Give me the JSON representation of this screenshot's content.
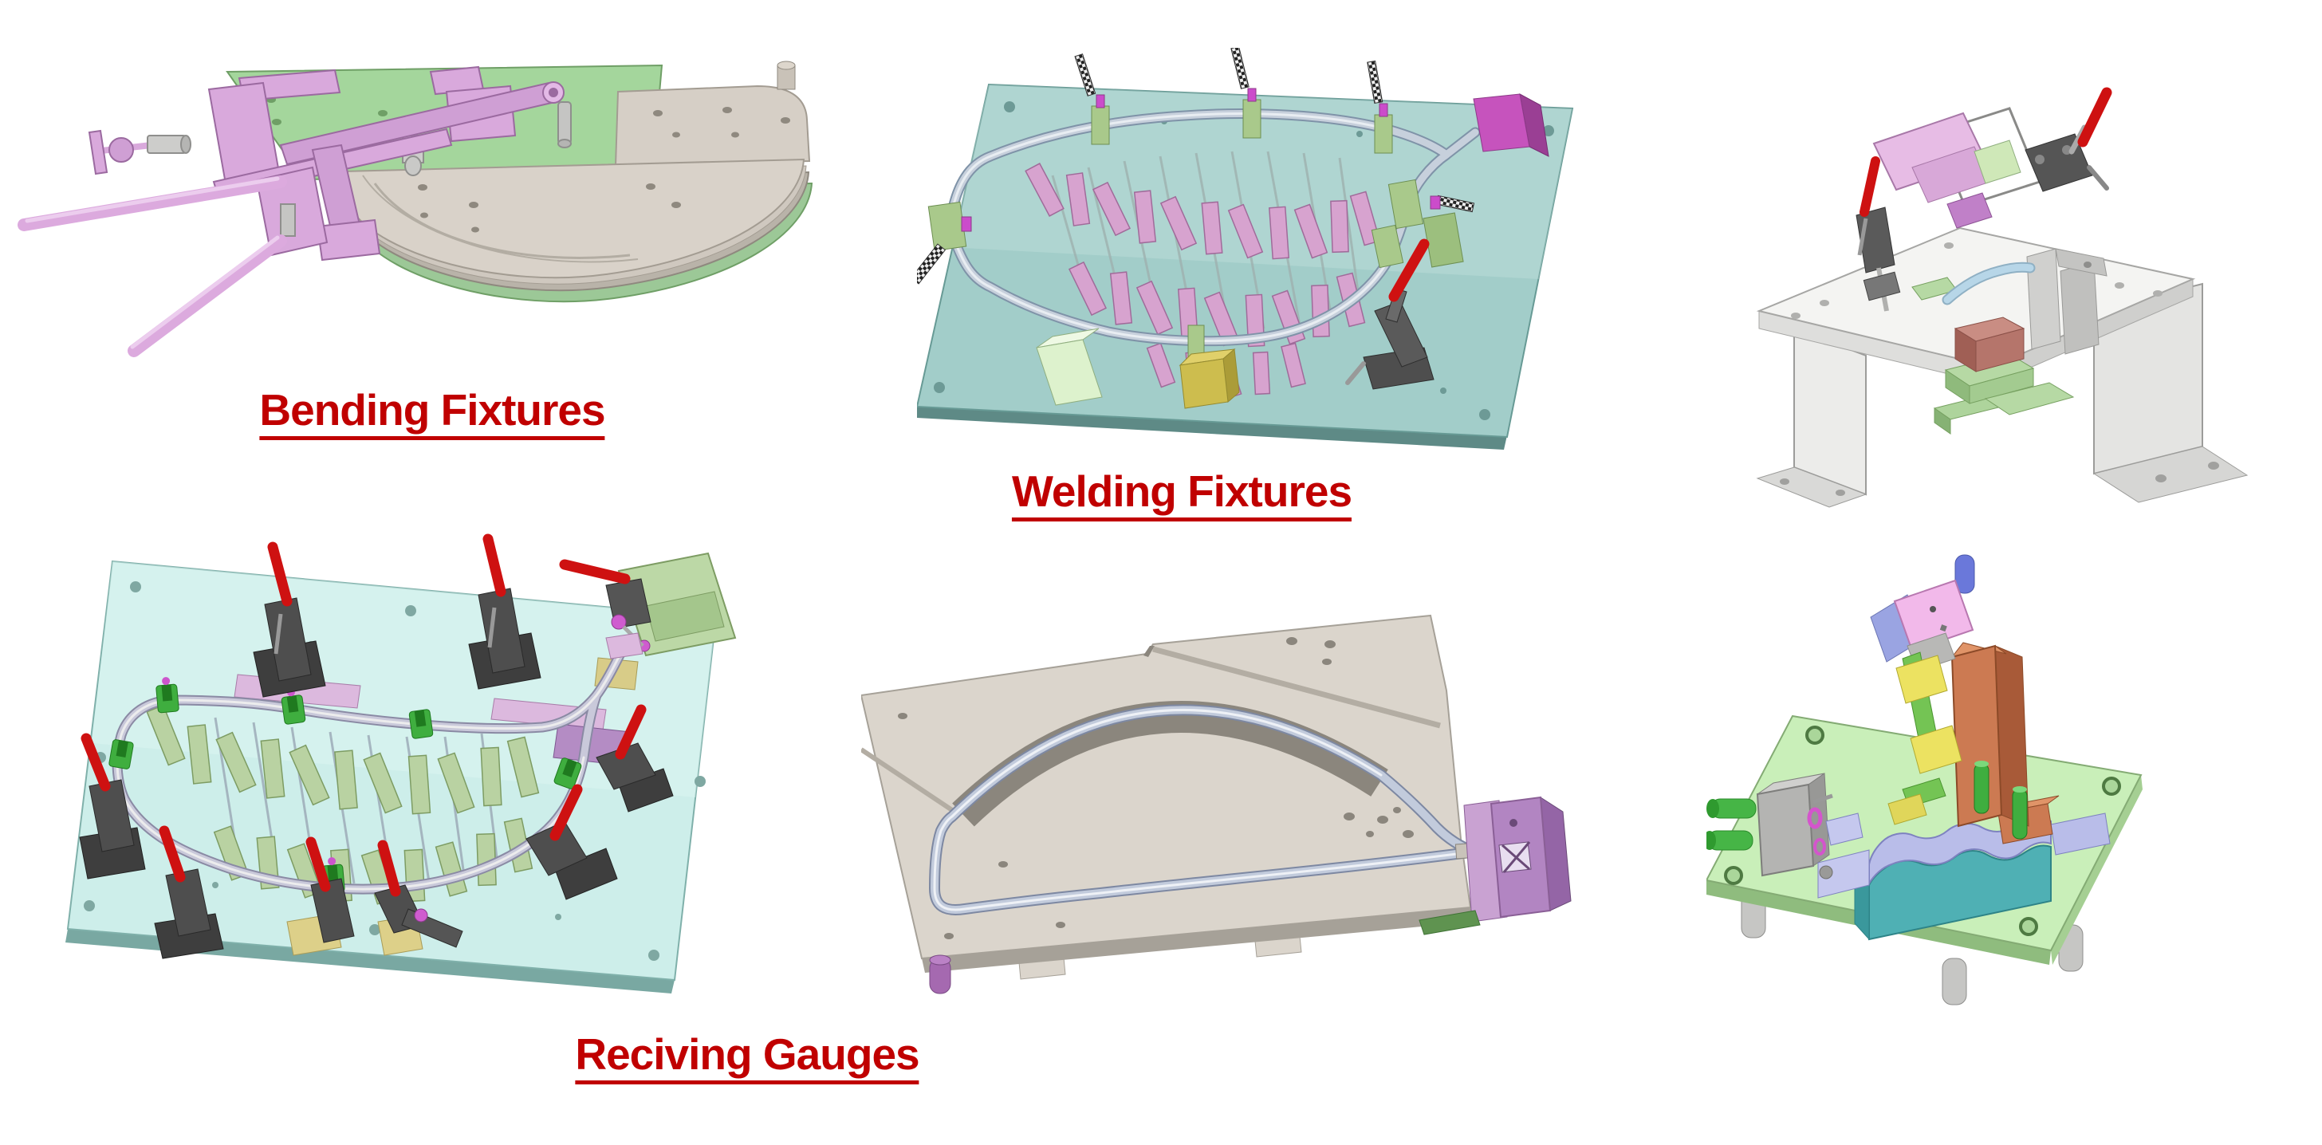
{
  "slide": {
    "background_color": "#ffffff",
    "caption_color": "#c00000"
  },
  "captions": {
    "bending": "Bending Fixtures",
    "welding": "Welding Fixtures",
    "receiving": "Reciving Gauges"
  },
  "figures": [
    {
      "id": "bending-fixture",
      "description": "CAD render of a tube bending fixture: pink clamp arms and rods over a green plate and stacked gray half-disc forming plates"
    },
    {
      "id": "welding-fixture-plate",
      "description": "CAD render of a welding fixture: teal base plate, pink locator blocks in fans, bent gray tube, green clamps, checkered knobs, magenta elbow block, yellow block, red-handle toggle clamp"
    },
    {
      "id": "welding-fixture-bench",
      "description": "CAD render of a small welding fixture on a light gray bench stand with two red-handle toggle clamps and pink angled plates"
    },
    {
      "id": "receiving-gauge-plate",
      "description": "CAD render of a receiving gauge: pale cyan plate, sage green locator blocks, looped tube, many red-handle toggle clamps"
    },
    {
      "id": "receiving-gauge-arch",
      "description": "CAD render of a receiving gauge plate with arched tube channel and purple end fitting"
    },
    {
      "id": "receiving-gauge-small",
      "description": "CAD render of a small checking fixture on a light green base plate with orange tower, teal nest block and green pins"
    }
  ]
}
